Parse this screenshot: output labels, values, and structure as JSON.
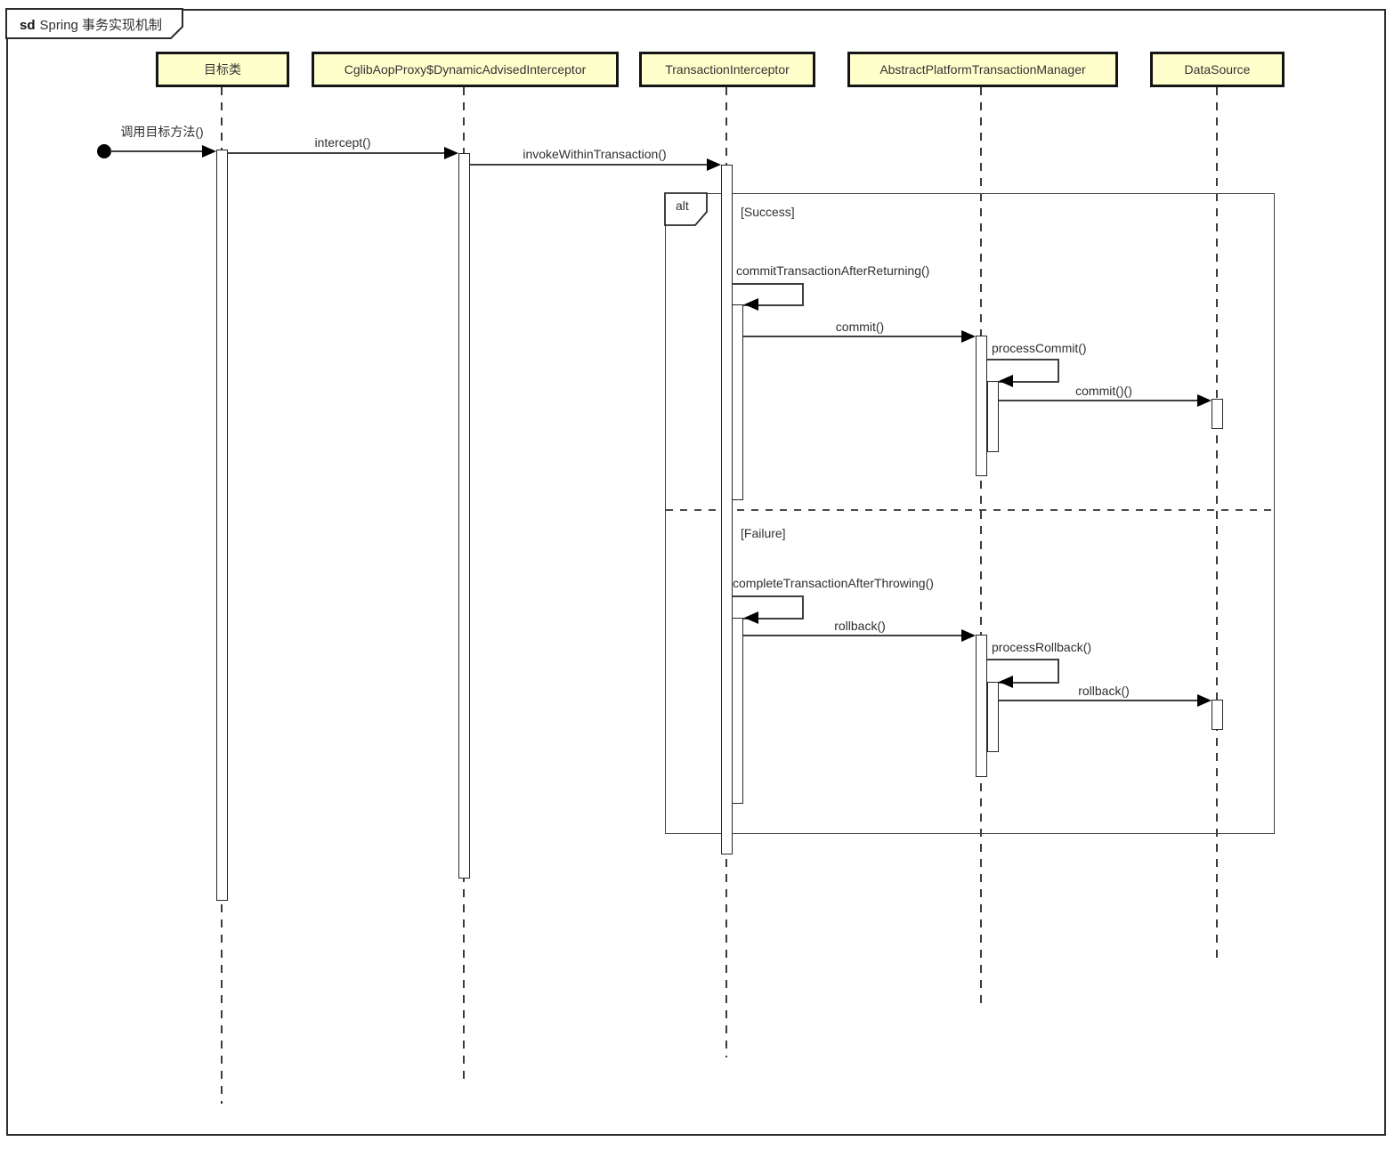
{
  "frame": {
    "operator": "sd",
    "title": "Spring 事务实现机制"
  },
  "lifelines": [
    {
      "name": "目标类"
    },
    {
      "name": "CglibAopProxy$DynamicAdvisedInterceptor"
    },
    {
      "name": "TransactionInterceptor"
    },
    {
      "name": "AbstractPlatformTransactionManager"
    },
    {
      "name": "DataSource"
    }
  ],
  "alt": {
    "operator": "alt",
    "success_guard": "[Success]",
    "failure_guard": "[Failure]"
  },
  "messages": {
    "call_target_method": "调用目标方法()",
    "intercept": "intercept()",
    "invoke_within_transaction": "invokeWithinTransaction()",
    "commit_transaction_after_returning": "commitTransactionAfterReturning()",
    "commit": "commit()",
    "process_commit": "processCommit()",
    "commit_datasource": "commit()()",
    "complete_transaction_after_throwing": "completeTransactionAfterThrowing()",
    "rollback": "rollback()",
    "process_rollback": "processRollback()",
    "rollback_datasource": "rollback()"
  },
  "colors": {
    "lifeline_header_fill": "#FFFFCC",
    "border": "#141414",
    "message_line": "#3f3f3f",
    "background": "#ffffff"
  }
}
